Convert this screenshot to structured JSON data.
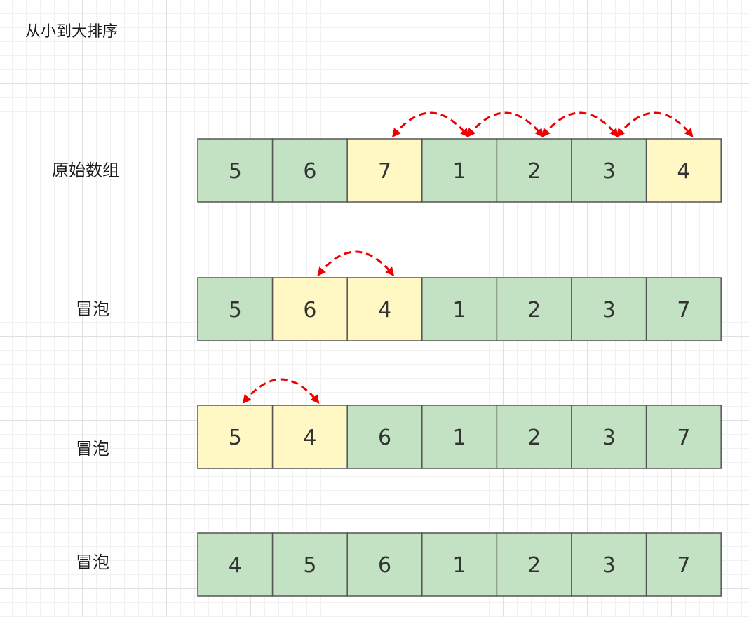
{
  "title": "从小到大排序",
  "colors": {
    "normal": "#c3e2c3",
    "highlight": "#fff8c4",
    "arrow": "#ee0000",
    "border": "#555555"
  },
  "rows": [
    {
      "label": "原始数组",
      "cells": [
        {
          "value": "5",
          "highlight": false
        },
        {
          "value": "6",
          "highlight": false
        },
        {
          "value": "7",
          "highlight": true
        },
        {
          "value": "1",
          "highlight": false
        },
        {
          "value": "2",
          "highlight": false
        },
        {
          "value": "3",
          "highlight": false
        },
        {
          "value": "4",
          "highlight": true
        }
      ],
      "swaps": [
        [
          2,
          3
        ],
        [
          3,
          4
        ],
        [
          4,
          5
        ],
        [
          5,
          6
        ]
      ]
    },
    {
      "label": "冒泡",
      "cells": [
        {
          "value": "5",
          "highlight": false
        },
        {
          "value": "6",
          "highlight": true
        },
        {
          "value": "4",
          "highlight": true
        },
        {
          "value": "1",
          "highlight": false
        },
        {
          "value": "2",
          "highlight": false
        },
        {
          "value": "3",
          "highlight": false
        },
        {
          "value": "7",
          "highlight": false
        }
      ],
      "swaps": [
        [
          1,
          2
        ]
      ]
    },
    {
      "label": "冒泡",
      "cells": [
        {
          "value": "5",
          "highlight": true
        },
        {
          "value": "4",
          "highlight": true
        },
        {
          "value": "6",
          "highlight": false
        },
        {
          "value": "1",
          "highlight": false
        },
        {
          "value": "2",
          "highlight": false
        },
        {
          "value": "3",
          "highlight": false
        },
        {
          "value": "7",
          "highlight": false
        }
      ],
      "swaps": [
        [
          0,
          1
        ]
      ]
    },
    {
      "label": "冒泡",
      "cells": [
        {
          "value": "4",
          "highlight": false
        },
        {
          "value": "5",
          "highlight": false
        },
        {
          "value": "6",
          "highlight": false
        },
        {
          "value": "1",
          "highlight": false
        },
        {
          "value": "2",
          "highlight": false
        },
        {
          "value": "3",
          "highlight": false
        },
        {
          "value": "7",
          "highlight": false
        }
      ],
      "swaps": []
    }
  ]
}
